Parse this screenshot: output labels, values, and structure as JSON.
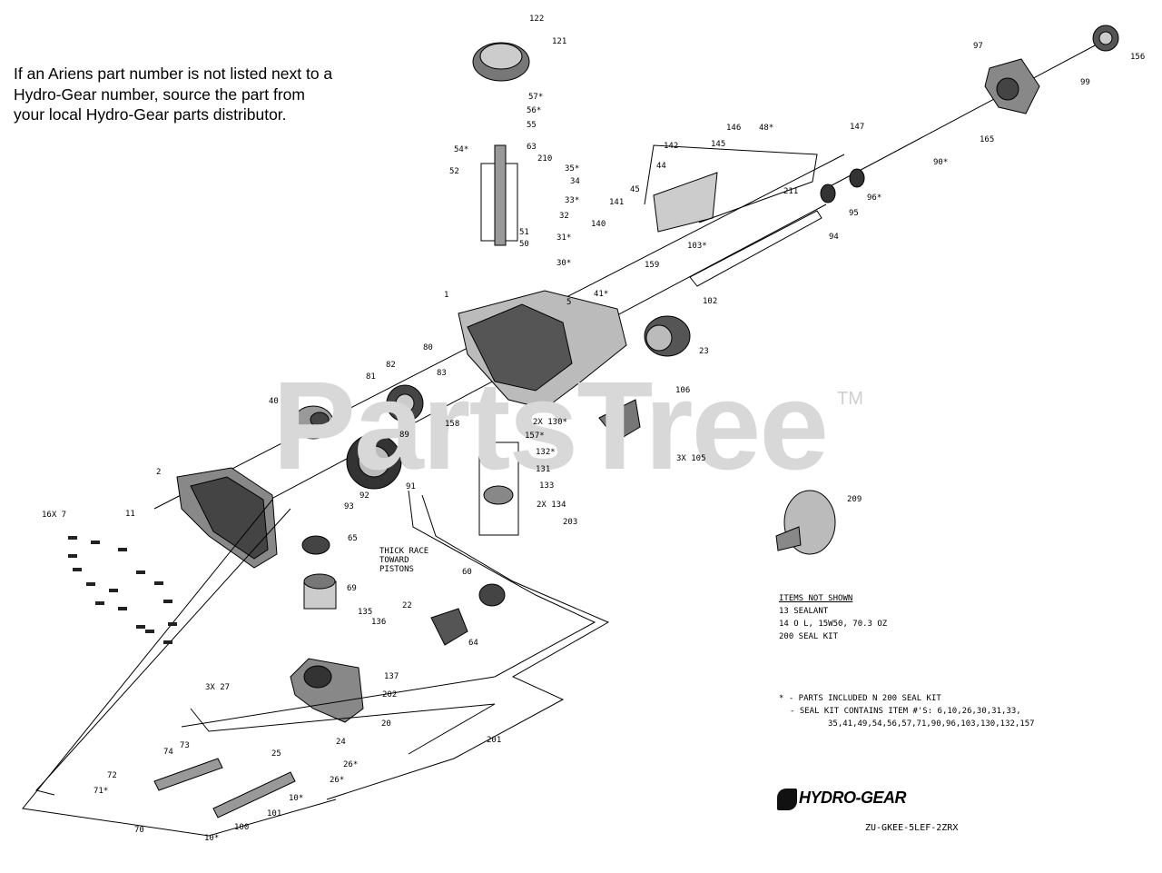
{
  "note": {
    "line1": "If an Ariens part number is not listed next to a",
    "line2": "Hydro-Gear number, source the part from",
    "line3": "your local Hydro-Gear parts distributor."
  },
  "watermark": {
    "text": "PartsTree",
    "tm": "TM"
  },
  "callouts": [
    "122",
    "121",
    "57*",
    "56*",
    "55",
    "54*",
    "63",
    "52",
    "210",
    "35*",
    "34",
    "33*",
    "32",
    "51",
    "50",
    "31*",
    "30*",
    "142",
    "145",
    "146",
    "48*",
    "147",
    "44",
    "45",
    "141",
    "140",
    "211",
    "97",
    "99",
    "156",
    "165",
    "90*",
    "96*",
    "95",
    "94",
    "103*",
    "159",
    "102",
    "41*",
    "5",
    "1",
    "23",
    "80",
    "83",
    "82",
    "81",
    "40",
    "89",
    "158",
    "2X 130*",
    "157*",
    "106",
    "132*",
    "131",
    "133",
    "2X 134",
    "203",
    "3X 105",
    "2",
    "92",
    "91",
    "93",
    "65",
    "69",
    "16X 7",
    "11",
    "THICK RACE",
    "TOWARD",
    "PISTONS",
    "60",
    "135",
    "136",
    "22",
    "64",
    "137",
    "202",
    "3X 27",
    "20",
    "24",
    "25",
    "26*",
    "26*",
    "201",
    "74",
    "73",
    "72",
    "71*",
    "70",
    "10*",
    "100",
    "101",
    "10*",
    "209"
  ],
  "legend": {
    "heading": "ITEMS NOT SHOWN",
    "line1": "13 SEALANT",
    "line2": "14 O L, 15W50, 70.3 OZ",
    "line3": "200 SEAL KIT",
    "kit1": "* - PARTS INCLUDED  N 200 SEAL KIT",
    "kit2": "- SEAL KIT CONTAINS ITEM #'S: 6,10,26,30,31,33,",
    "kit3": "35,41,49,54,56,57,71,90,96,103,130,132,157"
  },
  "brand": {
    "logo_text": "HYDRO-GEAR",
    "model": "ZU-GKEE-5LEF-2ZRX"
  }
}
